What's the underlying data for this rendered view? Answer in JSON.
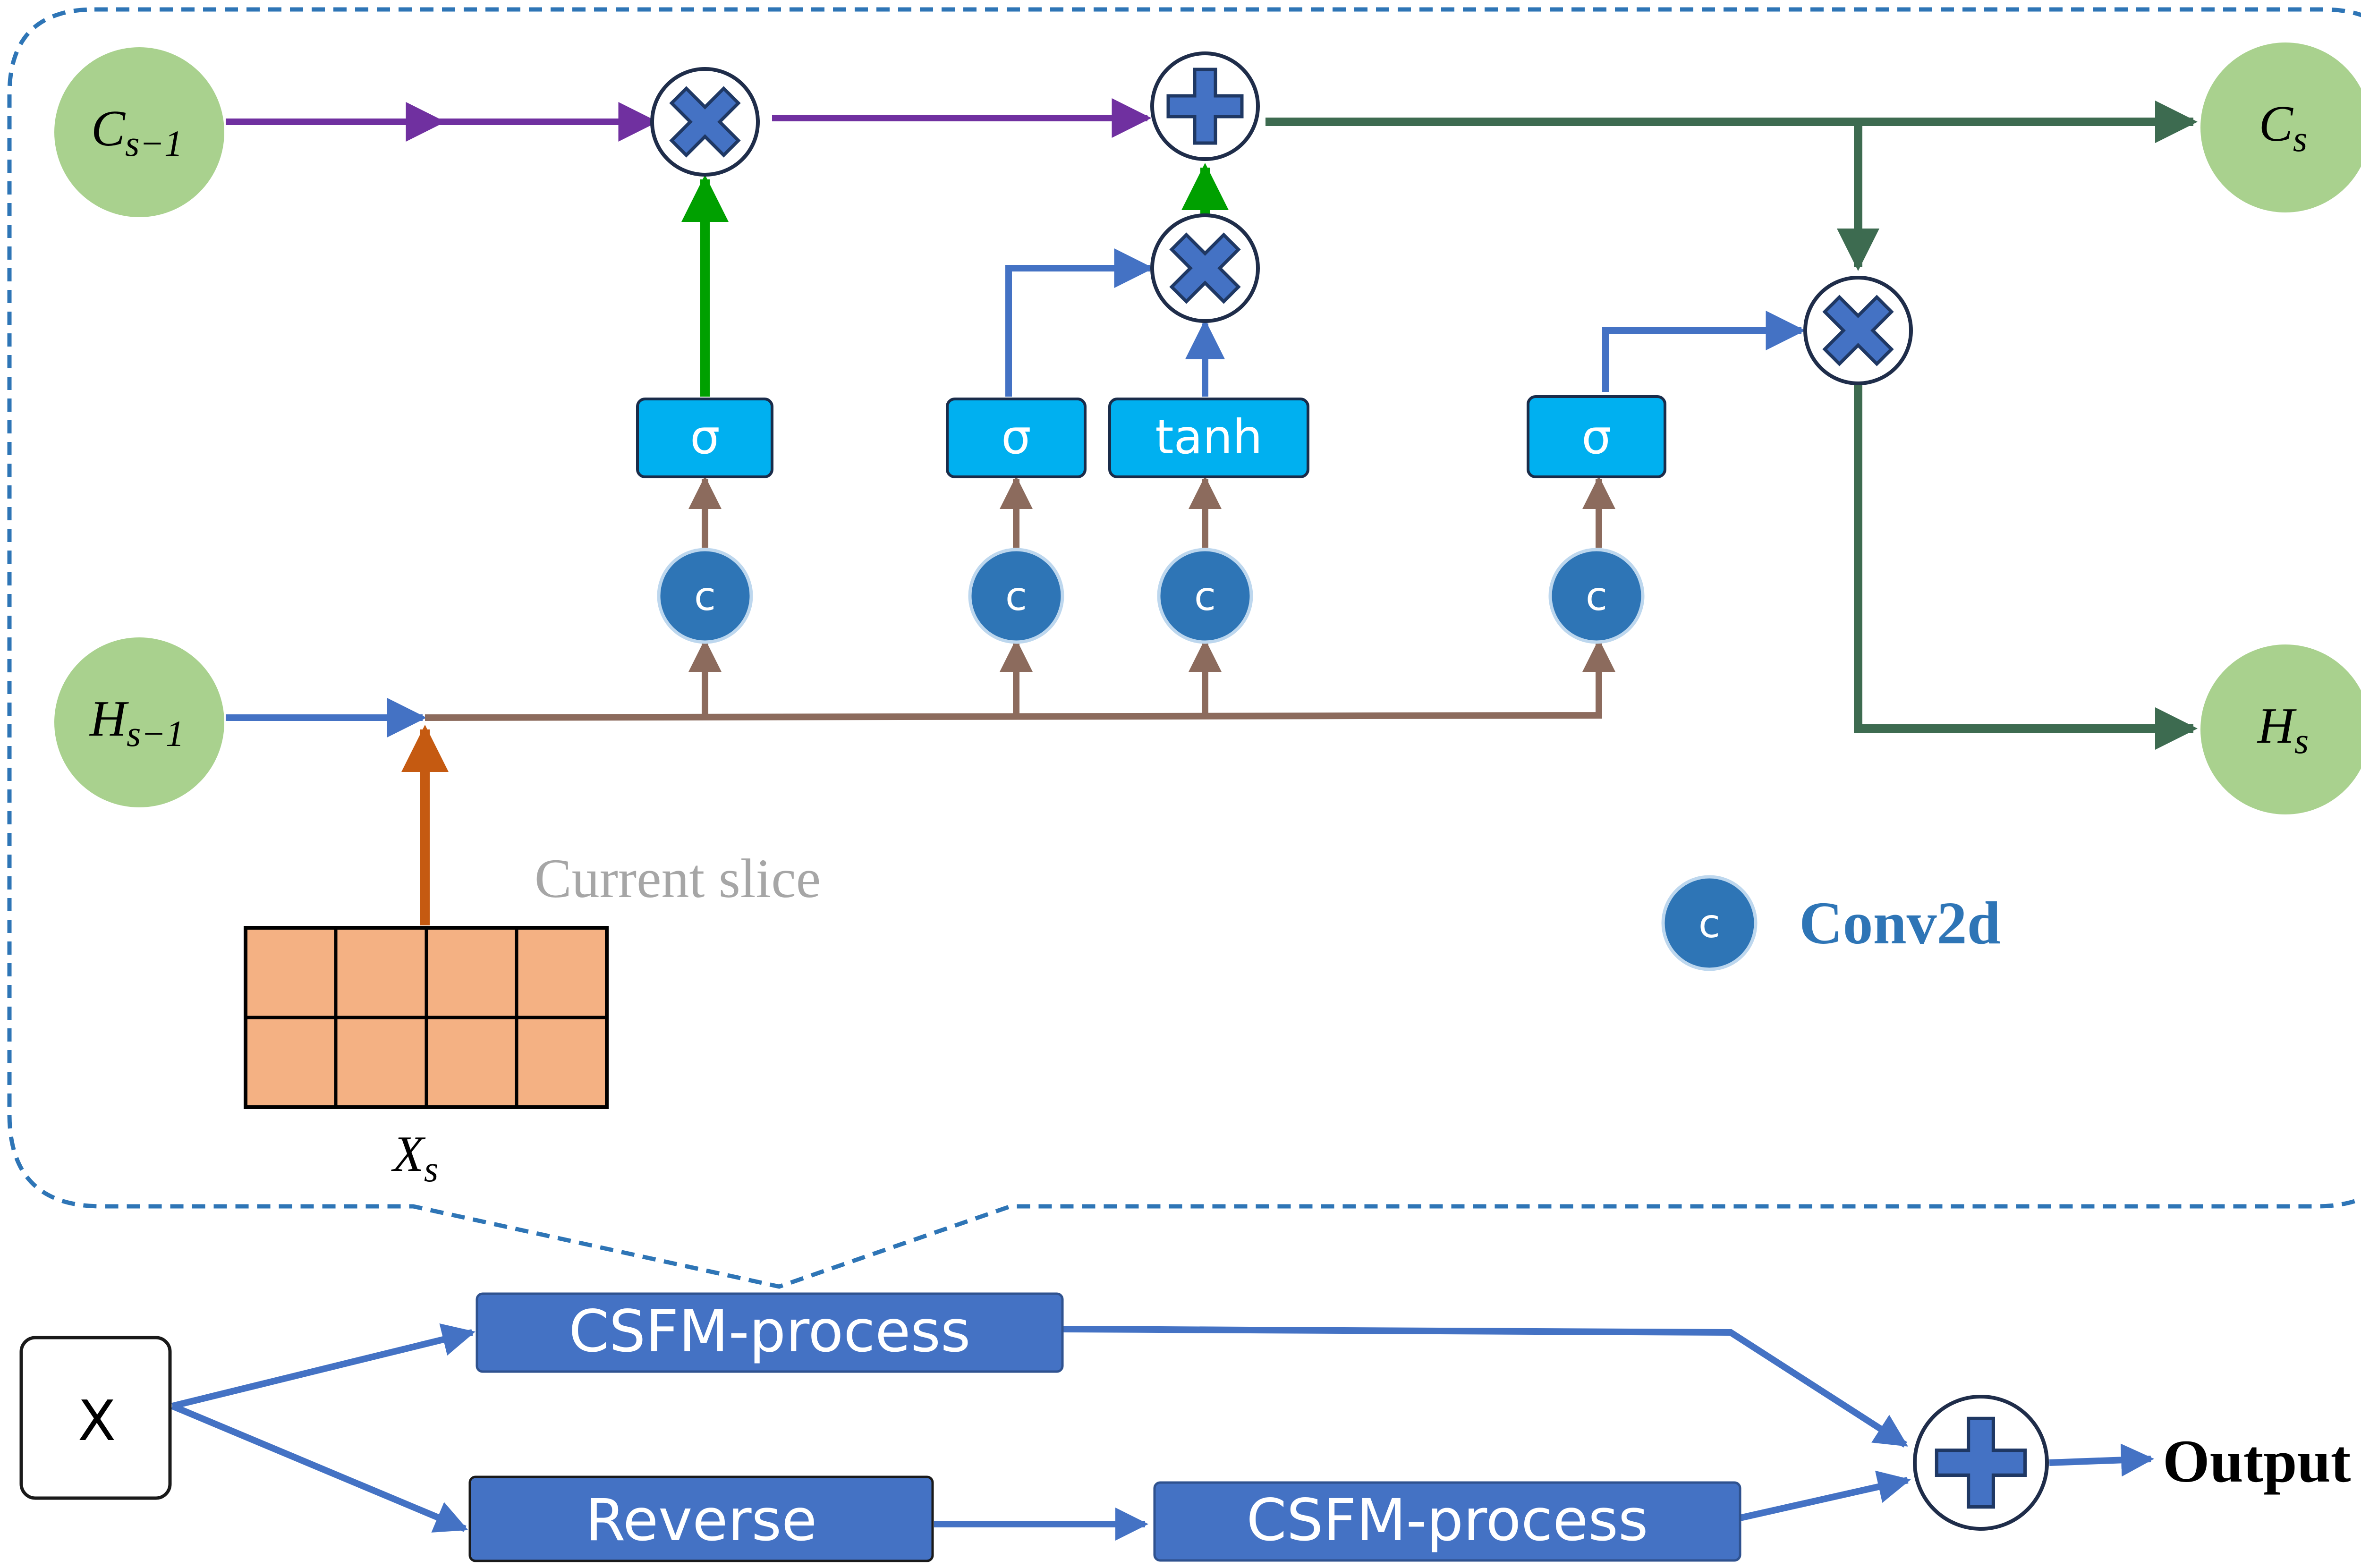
{
  "cell": {
    "c_prev": {
      "base": "C",
      "sub": "s−1"
    },
    "h_prev": {
      "base": "H",
      "sub": "s−1"
    },
    "c_out": {
      "base": "C",
      "sub": "s"
    },
    "h_out": {
      "base": "H",
      "sub": "s"
    },
    "x_input": {
      "base": "X",
      "sub": "s"
    },
    "current_slice_label": "Current slice",
    "gates": {
      "forget": "σ",
      "input": "σ",
      "candidate": "tanh",
      "output": "σ"
    },
    "conv_symbol": "c",
    "legend": {
      "symbol": "c",
      "label": "Conv2d"
    }
  },
  "pipeline": {
    "input_label": "X",
    "csfm_top": "CSFM-process",
    "reverse": "Reverse",
    "csfm_bottom": "CSFM-process",
    "output_label": "Output"
  },
  "colors": {
    "dashed_border": "#2e75b6",
    "state_circle": "#a9d18e",
    "gate_box": "#00b0f0",
    "conv_circle": "#2e75b6",
    "op_fill": "#4472c4",
    "purple": "#7030a0",
    "green_arrow": "#00a000",
    "blue_arrow": "#4472c4",
    "brown": "#8c6b5d",
    "orange": "#c55a11",
    "dark_green": "#3d6b50",
    "slice_fill": "#f4b183",
    "process_box": "#4472c4",
    "legend_text": "#2e75b6",
    "slice_label": "#a6a6a6"
  }
}
